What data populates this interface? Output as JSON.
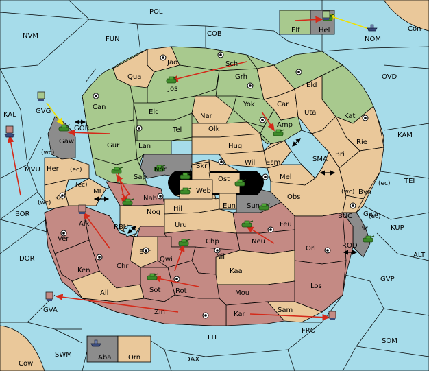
{
  "sea_labels": {
    "pol": "POL",
    "nvm": "NVM",
    "fun": "FUN",
    "cob": "COB",
    "nom": "NOM",
    "con": "Con",
    "ovd": "OVD",
    "kal": "KAL",
    "gvg": "GVG",
    "gor": "GOR",
    "mvu": "MVU",
    "wc1": "(wc)",
    "ec1": "(ec)",
    "mit": "MIT",
    "ec2": "(ec)",
    "wc2": "(wc)",
    "bor": "BOR",
    "rbu": "RBU",
    "dor": "DOR",
    "sma": "SMA",
    "kam": "KAM",
    "tei": "TEI",
    "wc3": "(wc)",
    "ec3": "(ec)",
    "buc": "BUC",
    "ec4": "(ec)",
    "kup": "KUP",
    "rod": "ROD",
    "alt": "ALT",
    "gvp": "GVP",
    "gva": "GVA",
    "fro": "FRO",
    "lit": "LIT",
    "som": "SOM",
    "swm": "SWM",
    "dax": "DAX",
    "cow": "Cow"
  },
  "land_labels": {
    "elf": "Elf",
    "hel": "Hel",
    "jad": "Jad",
    "sch": "Sch",
    "qua": "Qua",
    "jos": "Jos",
    "grh": "Grh",
    "eld": "Eld",
    "can": "Can",
    "elc": "Elc",
    "nar": "Nar",
    "yok": "Yok",
    "car": "Car",
    "uta": "Uta",
    "kat": "Kat",
    "tel": "Tel",
    "olk": "Olk",
    "amp": "Amp",
    "gaw": "Gaw",
    "gur": "Gur",
    "lan": "Lan",
    "hug": "Hug",
    "rie": "Rie",
    "bri": "Bri",
    "nor": "Nor",
    "skr": "Skr",
    "ost": "Ost",
    "wil": "Wil",
    "esm": "Esm",
    "her": "Her",
    "sap": "Sap",
    "web": "Web",
    "mel": "Mel",
    "byn": "Byn",
    "kor": "Kor",
    "nab": "Nab",
    "eun": "Eun",
    "obs": "Obs",
    "hil": "Hil",
    "sun": "Sun",
    "gwa": "Gwa",
    "nog": "Nog",
    "aik": "Aik",
    "uru": "Uru",
    "feu": "Feu",
    "pir": "Pir",
    "ver": "Ver",
    "chp": "Chp",
    "neu": "Neu",
    "orl": "Orl",
    "bar": "Bar",
    "qwi": "Qwi",
    "nil": "Nil",
    "ken": "Ken",
    "chr": "Chr",
    "kaa": "Kaa",
    "sot": "Sot",
    "rot": "Rot",
    "los": "Los",
    "ail": "Ail",
    "mou": "Mou",
    "zin": "Zin",
    "kar": "Kar",
    "sam": "Sam",
    "aba": "Aba",
    "orn": "Orn"
  },
  "colors": {
    "sea": "#a6dcea",
    "green": "#a8c98e",
    "tan": "#eac89a",
    "red": "#c48a84",
    "gray": "#8c8c8c",
    "arrow": "#d42a1a",
    "yellow": "#f0e000"
  },
  "icons": {
    "army": "tank-icon",
    "fleet": "ship-icon",
    "supply": "supply-center-icon"
  }
}
